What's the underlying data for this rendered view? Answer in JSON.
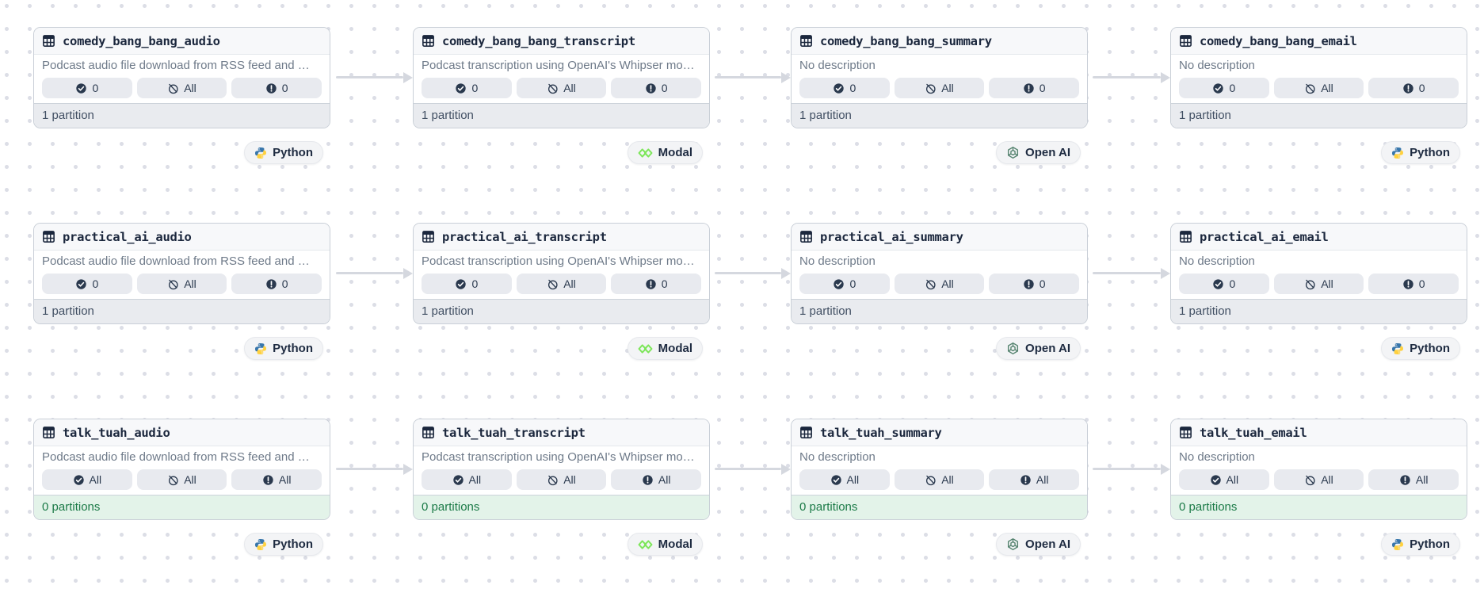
{
  "colors": {
    "canvas_bg": "#FFFFFF",
    "dot_grid": "#DCDEE6",
    "card_border": "#C9CFD7",
    "card_header_bg": "#F7F8FA",
    "badge_bg": "#E8EAEF",
    "footer_bg": "#E9EBEF",
    "footer_green_bg": "#E3F3E9",
    "footer_green_text": "#1B7A47",
    "arrow": "#D5D8DF",
    "text_dark": "#1B273D",
    "text_muted": "#6E7A89",
    "python_blue": "#3876AB",
    "python_yellow": "#FFD13E",
    "modal_green": "#7DE65A",
    "openai_green": "#55836F"
  },
  "rows": [
    {
      "assets": [
        {
          "name": "comedy_bang_bang_audio",
          "description": "Podcast audio file download from RSS feed and …",
          "badges": {
            "checked": "0",
            "missing": "All",
            "failed": "0"
          },
          "partitions": "1 partition",
          "partitions_state": "default",
          "tag": {
            "label": "Python",
            "logo": "python"
          }
        },
        {
          "name": "comedy_bang_bang_transcript",
          "description": "Podcast transcription using OpenAI's Whipser mo…",
          "badges": {
            "checked": "0",
            "missing": "All",
            "failed": "0"
          },
          "partitions": "1 partition",
          "partitions_state": "default",
          "tag": {
            "label": "Modal",
            "logo": "modal"
          }
        },
        {
          "name": "comedy_bang_bang_summary",
          "description": "No description",
          "badges": {
            "checked": "0",
            "missing": "All",
            "failed": "0"
          },
          "partitions": "1 partition",
          "partitions_state": "default",
          "tag": {
            "label": "Open AI",
            "logo": "openai"
          }
        },
        {
          "name": "comedy_bang_bang_email",
          "description": "No description",
          "badges": {
            "checked": "0",
            "missing": "All",
            "failed": "0"
          },
          "partitions": "1 partition",
          "partitions_state": "default",
          "tag": {
            "label": "Python",
            "logo": "python"
          }
        }
      ]
    },
    {
      "assets": [
        {
          "name": "practical_ai_audio",
          "description": "Podcast audio file download from RSS feed and …",
          "badges": {
            "checked": "0",
            "missing": "All",
            "failed": "0"
          },
          "partitions": "1 partition",
          "partitions_state": "default",
          "tag": {
            "label": "Python",
            "logo": "python"
          }
        },
        {
          "name": "practical_ai_transcript",
          "description": "Podcast transcription using OpenAI's Whipser mo…",
          "badges": {
            "checked": "0",
            "missing": "All",
            "failed": "0"
          },
          "partitions": "1 partition",
          "partitions_state": "default",
          "tag": {
            "label": "Modal",
            "logo": "modal"
          }
        },
        {
          "name": "practical_ai_summary",
          "description": "No description",
          "badges": {
            "checked": "0",
            "missing": "All",
            "failed": "0"
          },
          "partitions": "1 partition",
          "partitions_state": "default",
          "tag": {
            "label": "Open AI",
            "logo": "openai"
          }
        },
        {
          "name": "practical_ai_email",
          "description": "No description",
          "badges": {
            "checked": "0",
            "missing": "All",
            "failed": "0"
          },
          "partitions": "1 partition",
          "partitions_state": "default",
          "tag": {
            "label": "Python",
            "logo": "python"
          }
        }
      ]
    },
    {
      "assets": [
        {
          "name": "talk_tuah_audio",
          "description": "Podcast audio file download from RSS feed and …",
          "badges": {
            "checked": "All",
            "missing": "All",
            "failed": "All"
          },
          "partitions": "0 partitions",
          "partitions_state": "zero",
          "tag": {
            "label": "Python",
            "logo": "python"
          }
        },
        {
          "name": "talk_tuah_transcript",
          "description": "Podcast transcription using OpenAI's Whipser mo…",
          "badges": {
            "checked": "All",
            "missing": "All",
            "failed": "All"
          },
          "partitions": "0 partitions",
          "partitions_state": "zero",
          "tag": {
            "label": "Modal",
            "logo": "modal"
          }
        },
        {
          "name": "talk_tuah_summary",
          "description": "No description",
          "badges": {
            "checked": "All",
            "missing": "All",
            "failed": "All"
          },
          "partitions": "0 partitions",
          "partitions_state": "zero",
          "tag": {
            "label": "Open AI",
            "logo": "openai"
          }
        },
        {
          "name": "talk_tuah_email",
          "description": "No description",
          "badges": {
            "checked": "All",
            "missing": "All",
            "failed": "All"
          },
          "partitions": "0 partitions",
          "partitions_state": "zero",
          "tag": {
            "label": "Python",
            "logo": "python"
          }
        }
      ]
    }
  ]
}
